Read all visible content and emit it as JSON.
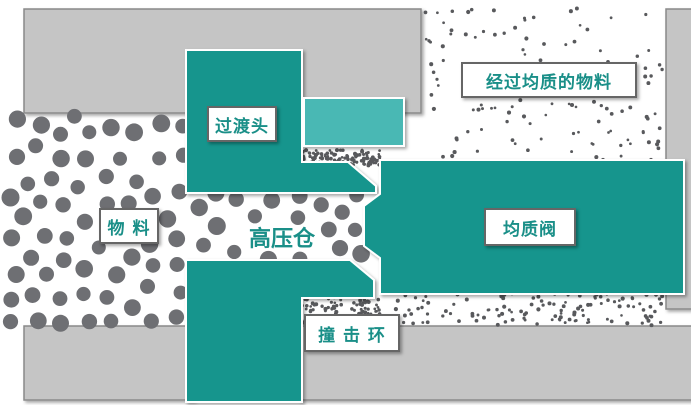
{
  "labels": {
    "homogenized_material": "经过均质的物料",
    "transition_head": "过渡头",
    "material": "物 料",
    "high_pressure_chamber": "高压仓",
    "homogenizing_valve": "均质阀",
    "impact_ring": "撞 击 环"
  },
  "colors": {
    "housing": "#c5c5c5",
    "teal": "#17958d",
    "teal_light": "#4ab8b4",
    "particle_large": "#6e6f73",
    "particle_small": "#58595c",
    "label_text": "#1a8f88"
  }
}
